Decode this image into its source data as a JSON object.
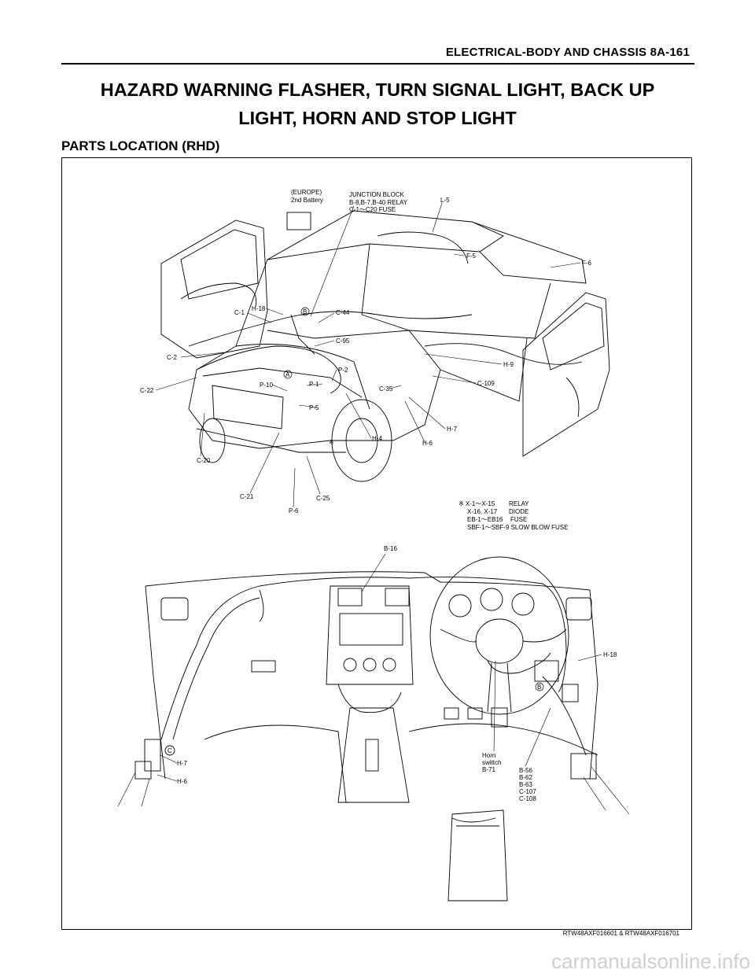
{
  "header": {
    "text": "ELECTRICAL-BODY AND CHASSIS  8A-161"
  },
  "title": {
    "line1": "HAZARD WARNING FLASHER, TURN SIGNAL LIGHT, BACK UP",
    "line2": "LIGHT, HORN AND STOP LIGHT"
  },
  "subtitle": "PARTS LOCATION (RHD)",
  "top_labels": {
    "europe1": "(EUROPE)",
    "europe2": "2nd Battery",
    "jb1": "JUNCTION BLOCK",
    "jb2": "B-8,B-7,B-40 RELAY",
    "jb3": "C-1～C20 FUSE",
    "l5": "L-5",
    "f5": "F-5",
    "f6": "F-6",
    "h18": "H-18",
    "c1": "C-1",
    "c44": "C-44",
    "c95": "C-95",
    "c2": "C-2",
    "c22": "C-22",
    "p10": "P-10",
    "p1": "P-1",
    "p2": "P-2",
    "p5": "P-5",
    "c35": "C-35",
    "h9": "H-9",
    "c109": "C-109",
    "h7": "H-7",
    "h6": "H-6",
    "h4": "H-4",
    "c20": "C-20",
    "c21": "C-21",
    "c25": "C-25",
    "p6": "P-6",
    "markA": "A",
    "markB": "B",
    "markX": "※"
  },
  "legend": {
    "r1a": "※ X-1～X-15",
    "r1b": "RELAY",
    "r2a": "X-16, X-17",
    "r2b": "DIODE",
    "r3a": "EB-1～EB16",
    "r3b": "FUSE",
    "r4": "SBF-1～SBF-9 SLOW BLOW FUSE"
  },
  "bottom_labels": {
    "b16": "B-16",
    "h18": "H-18",
    "h7": "H-7",
    "h6": "H-6",
    "horn1": "Horn",
    "horn2": "swittch",
    "horn3": "B-71",
    "b56": "B-56",
    "b62": "B-62",
    "b63": "B-63",
    "c107": "C-107",
    "c108": "C-108",
    "markB": "B",
    "markC": "C"
  },
  "ref": "RTW48AXF016601 & RTW48AXF016701",
  "watermark": "carmanualsonline.info"
}
